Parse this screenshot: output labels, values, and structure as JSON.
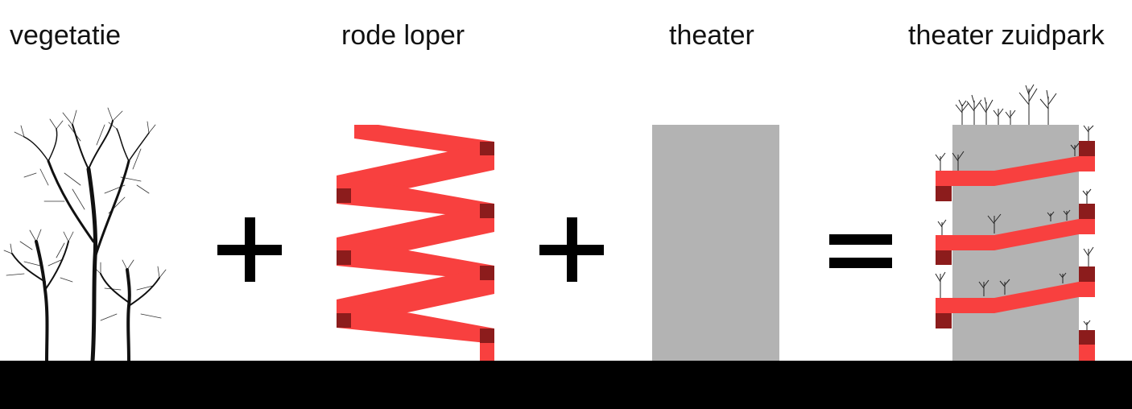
{
  "labels": {
    "vegetation": "vegetatie",
    "red_carpet": "rode loper",
    "theater": "theater",
    "result": "theater zuidpark"
  },
  "operators": [
    "+",
    "+",
    "="
  ],
  "colors": {
    "red_carpet": "#f8403f",
    "carpet_landing": "#8c1c1c",
    "theater_block": "#b3b3b3",
    "ground": "#000000",
    "tree": "#111111"
  }
}
